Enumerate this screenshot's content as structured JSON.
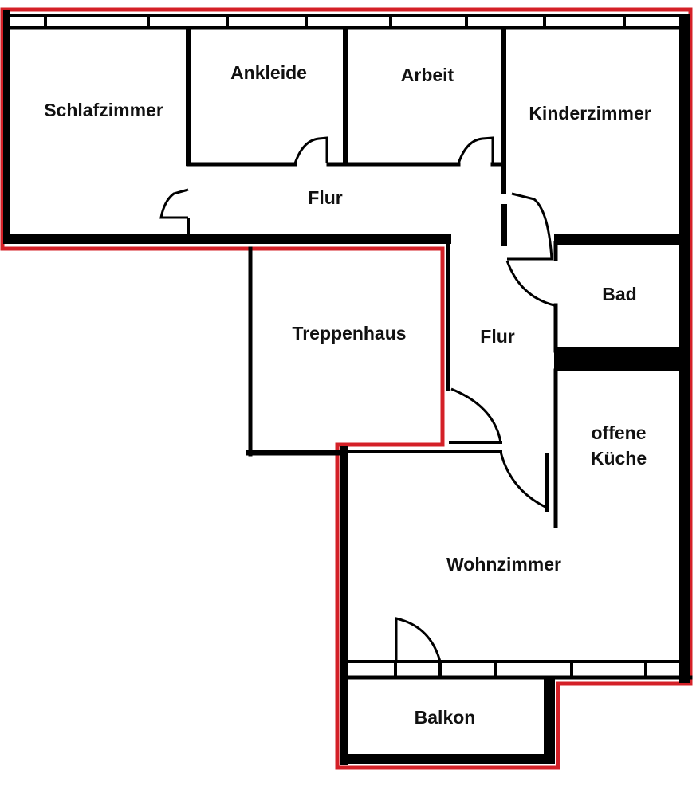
{
  "title": "Grundriss",
  "colors": {
    "outline": "#d42027",
    "wall": "#000000",
    "background": "#ffffff"
  },
  "rooms": {
    "schlafzimmer": "Schlafzimmer",
    "ankleide": "Ankleide",
    "arbeit": "Arbeit",
    "kinderzimmer": "Kinderzimmer",
    "flur_oben": "Flur",
    "flur_mitte": "Flur",
    "bad": "Bad",
    "treppenhaus": "Treppenhaus",
    "kueche_line1": "offene",
    "kueche_line2": "Küche",
    "wohnzimmer": "Wohnzimmer",
    "balkon": "Balkon"
  }
}
